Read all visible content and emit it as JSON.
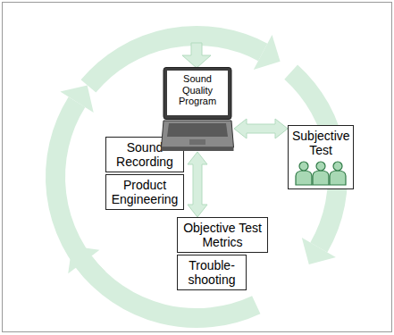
{
  "diagram": {
    "nodes": [
      {
        "text": [
          "Sound Recording"
        ]
      },
      {
        "text": [
          "Product Engineering"
        ]
      },
      {
        "text": [
          "Sound Quality Program"
        ]
      },
      {
        "text": [
          "Subjective Test"
        ]
      },
      {
        "text": [
          "Objective Test Metrics"
        ]
      },
      {
        "text": [
          "Trouble-shooting"
        ]
      }
    ],
    "edges": [
      {
        "from": 2,
        "to": 3,
        "arrow": "both"
      },
      {
        "from": 2,
        "to": 4,
        "arrow": "both"
      }
    ]
  }
}
